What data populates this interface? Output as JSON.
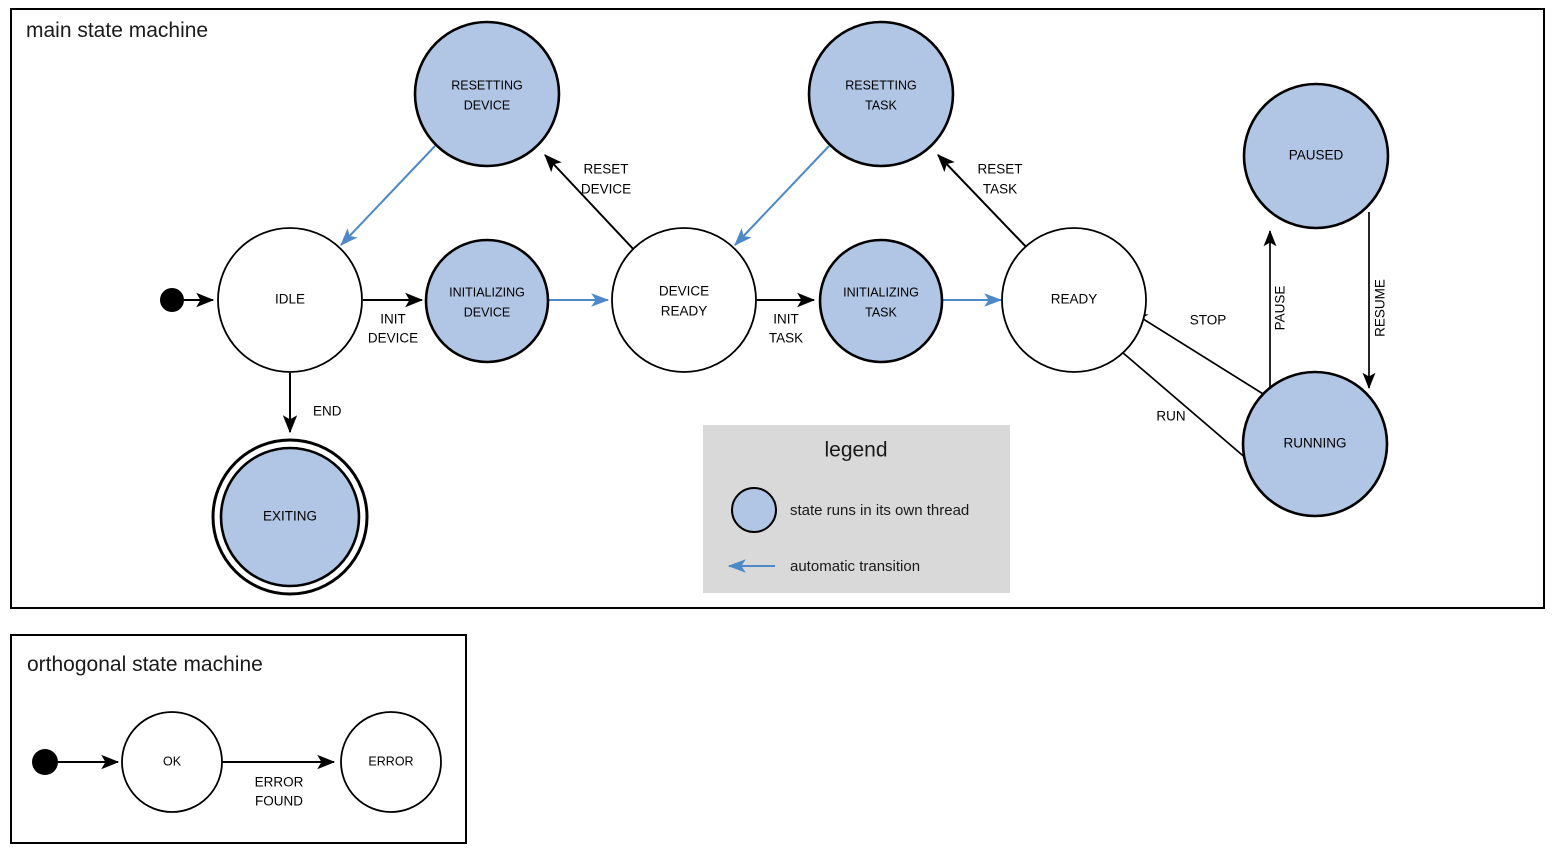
{
  "colors": {
    "thread_state_fill": "#b1c5e4",
    "plain_state_fill": "#ffffff",
    "stroke": "#000000",
    "auto_transition": "#4d89c9",
    "legend_background": "#d9d9d9",
    "page_background": "#ffffff"
  },
  "main_frame": {
    "title": "main state machine",
    "states": [
      {
        "id": "idle",
        "label_line1": "IDLE",
        "label_line2": "",
        "kind": "plain",
        "final": false
      },
      {
        "id": "resetting-device",
        "label_line1": "RESETTING",
        "label_line2": "DEVICE",
        "kind": "thread",
        "final": false
      },
      {
        "id": "initializing-device",
        "label_line1": "INITIALIZING",
        "label_line2": "DEVICE",
        "kind": "thread",
        "final": false
      },
      {
        "id": "device-ready",
        "label_line1": "DEVICE",
        "label_line2": "READY",
        "kind": "plain",
        "final": false
      },
      {
        "id": "resetting-task",
        "label_line1": "RESETTING",
        "label_line2": "TASK",
        "kind": "thread",
        "final": false
      },
      {
        "id": "initializing-task",
        "label_line1": "INITIALIZING",
        "label_line2": "TASK",
        "kind": "thread",
        "final": false
      },
      {
        "id": "ready",
        "label_line1": "READY",
        "label_line2": "",
        "kind": "plain",
        "final": false
      },
      {
        "id": "paused",
        "label_line1": "PAUSED",
        "label_line2": "",
        "kind": "thread",
        "final": false
      },
      {
        "id": "running",
        "label_line1": "RUNNING",
        "label_line2": "",
        "kind": "thread",
        "final": false
      },
      {
        "id": "exiting",
        "label_line1": "EXITING",
        "label_line2": "",
        "kind": "thread",
        "final": true
      }
    ],
    "transitions": [
      {
        "id": "start-idle",
        "from": "initial",
        "to": "idle",
        "label_line1": "",
        "label_line2": "",
        "auto": false
      },
      {
        "id": "idle-initializing-device",
        "from": "idle",
        "to": "initializing-device",
        "label_line1": "INIT",
        "label_line2": "DEVICE",
        "auto": false
      },
      {
        "id": "idle-exiting",
        "from": "idle",
        "to": "exiting",
        "label_line1": "END",
        "label_line2": "",
        "auto": false
      },
      {
        "id": "initdev-deviceready",
        "from": "initializing-device",
        "to": "device-ready",
        "label_line1": "",
        "label_line2": "",
        "auto": true
      },
      {
        "id": "deviceready-resetdevice",
        "from": "device-ready",
        "to": "resetting-device",
        "label_line1": "RESET",
        "label_line2": "DEVICE",
        "auto": false
      },
      {
        "id": "resetdevice-idle",
        "from": "resetting-device",
        "to": "idle",
        "label_line1": "",
        "label_line2": "",
        "auto": true
      },
      {
        "id": "deviceready-inittask",
        "from": "device-ready",
        "to": "initializing-task",
        "label_line1": "INIT",
        "label_line2": "TASK",
        "auto": false
      },
      {
        "id": "inittask-ready",
        "from": "initializing-task",
        "to": "ready",
        "label_line1": "",
        "label_line2": "",
        "auto": true
      },
      {
        "id": "ready-resettask",
        "from": "ready",
        "to": "resetting-task",
        "label_line1": "RESET",
        "label_line2": "TASK",
        "auto": false
      },
      {
        "id": "resettask-deviceready",
        "from": "resetting-task",
        "to": "device-ready",
        "label_line1": "",
        "label_line2": "",
        "auto": true
      },
      {
        "id": "ready-running",
        "from": "ready",
        "to": "running",
        "label_line1": "RUN",
        "label_line2": "",
        "auto": false
      },
      {
        "id": "running-ready",
        "from": "running",
        "to": "ready",
        "label_line1": "STOP",
        "label_line2": "",
        "auto": false
      },
      {
        "id": "running-paused",
        "from": "running",
        "to": "paused",
        "label_line1": "PAUSE",
        "label_line2": "",
        "auto": false
      },
      {
        "id": "paused-running",
        "from": "paused",
        "to": "running",
        "label_line1": "RESUME",
        "label_line2": "",
        "auto": false
      }
    ]
  },
  "legend": {
    "title": "legend",
    "items": [
      {
        "id": "thread-state",
        "symbol": "filled-circle",
        "text": "state runs in its own thread"
      },
      {
        "id": "auto-arrow",
        "symbol": "blue-arrow",
        "text": "automatic transition"
      }
    ]
  },
  "orthogonal_frame": {
    "title": "orthogonal state machine",
    "states": [
      {
        "id": "ok",
        "label_line1": "OK",
        "label_line2": ""
      },
      {
        "id": "error",
        "label_line1": "ERROR",
        "label_line2": ""
      }
    ],
    "transitions": [
      {
        "id": "start-ok",
        "from": "initial",
        "to": "ok",
        "label_line1": "",
        "label_line2": ""
      },
      {
        "id": "ok-error",
        "from": "ok",
        "to": "error",
        "label_line1": "ERROR",
        "label_line2": "FOUND"
      }
    ]
  }
}
